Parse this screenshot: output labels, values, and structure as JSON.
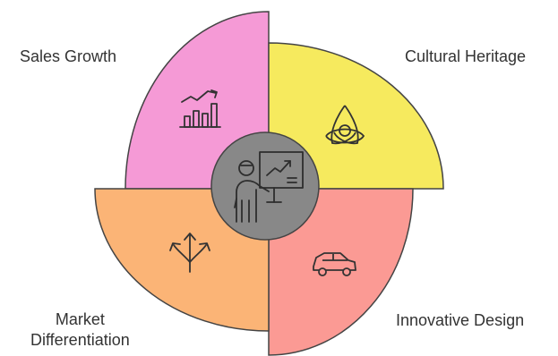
{
  "diagram": {
    "quadrants": [
      {
        "label": "Sales Growth",
        "color": "#f59ad6",
        "icon": "chart-growth-icon"
      },
      {
        "label": "Cultural Heritage",
        "color": "#f6ea5e",
        "icon": "triquetra-icon"
      },
      {
        "label": "Innovative Design",
        "color": "#fb9a94",
        "icon": "car-icon"
      },
      {
        "label_lines": [
          "Market",
          "Differentiation"
        ],
        "color": "#fbb476",
        "icon": "diverging-arrows-icon"
      }
    ],
    "center": {
      "icon": "presenter-chart-icon",
      "color": "#888888"
    }
  }
}
